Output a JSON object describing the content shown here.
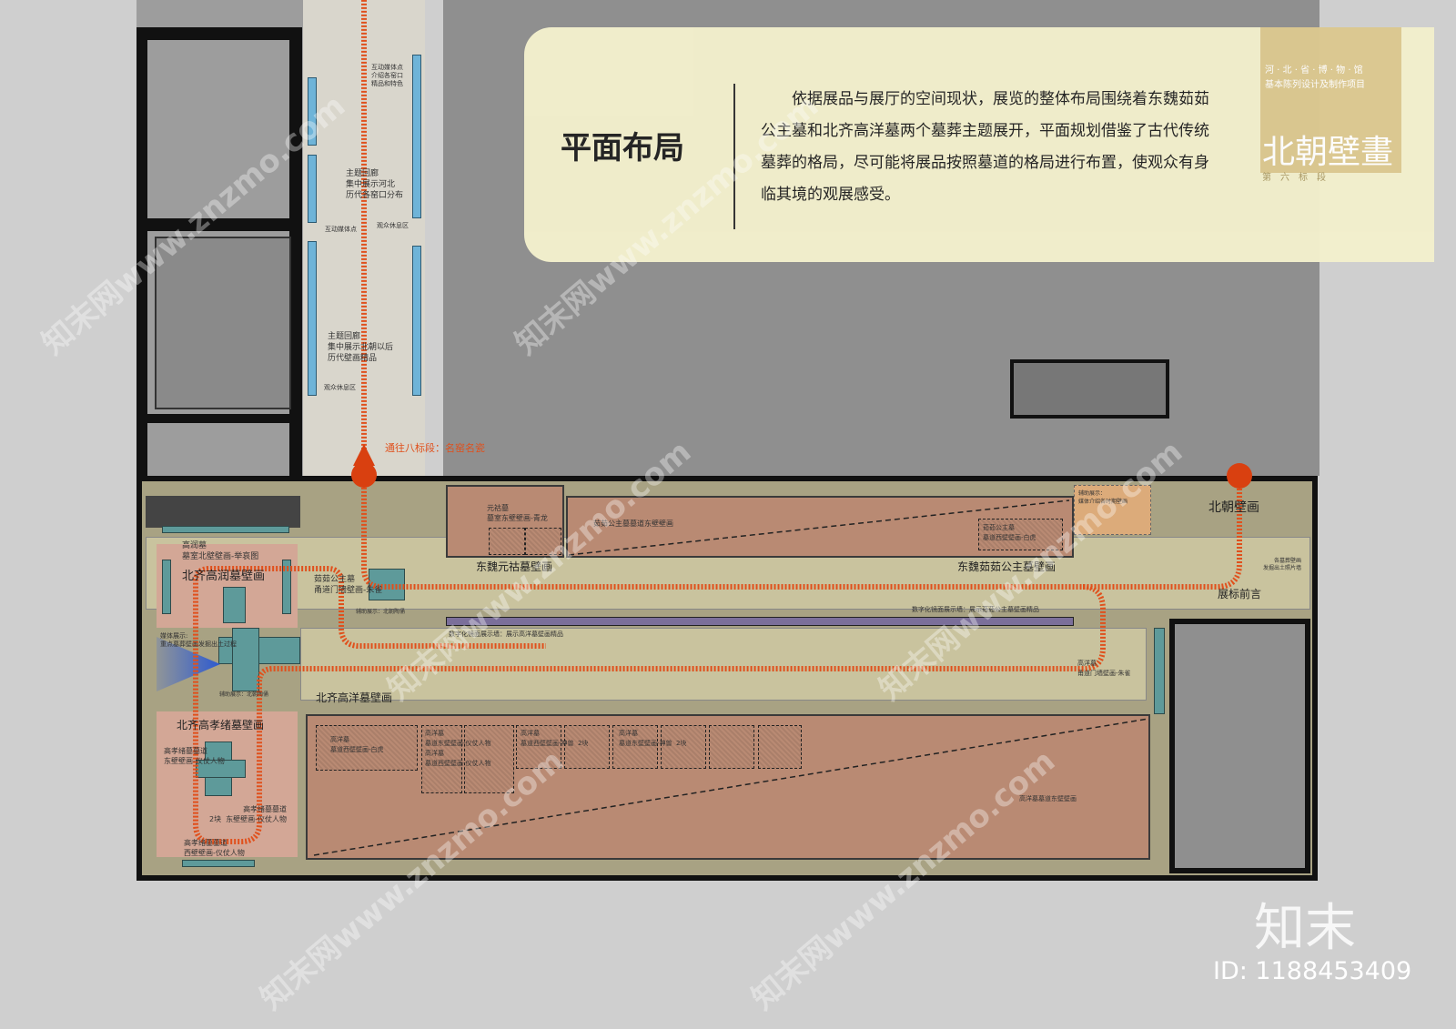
{
  "panel": {
    "title": "平面布局",
    "body": "依据展品与展厅的空间现状，展览的整体布局围绕着东魏茹茹公主墓和北齐高洋墓两个墓葬主题展开，平面规划借鉴了古代传统墓葬的格局，尽可能将展品按照墓道的格局进行布置，使观众有身临其境的观展感受。"
  },
  "brand": {
    "line1": "河 · 北 · 省 · 博 · 物 · 馆",
    "line2": "基本陈列设计及制作项目",
    "title": "北朝壁畫",
    "section": "第　六　标　段"
  },
  "labels": {
    "media_point_top": "互动媒体点\n介绍各窑口\n精品和特色",
    "corridor1": "主题回廊\n集中展示河北\n历代各窑口分布",
    "media_point": "互动媒体点",
    "rest1": "观众休息区",
    "corridor2": "主题回廊\n集中展示北朝以后\n历代壁画精品",
    "rest2": "观众休息区",
    "to_section8": "通往八标段：名窑名瓷",
    "gaorun_north": "高润墓\n墓室北壁壁画-举哀图",
    "gaorun_title": "北齐高润墓壁画",
    "media_show": "媒体展示:\n重点墓葬壁画发掘出土过程",
    "aux_pottery1": "辅助展示：北朝陶俑",
    "aux_pottery2": "辅助展示：北朝陶俑",
    "ruru_gate": "茹茹公主墓\n甬道门墙壁画-朱雀",
    "yuanhu_east": "元祜墓\n墓室东壁壁画-青龙",
    "yuanhu_title": "东魏元祜墓壁画",
    "ruru_east": "茹茹公主墓墓道东壁壁画",
    "ruru_west": "茹茹公主墓\n墓道西壁壁画-白虎",
    "ruru_title": "东魏茹茹公主墓壁画",
    "aux_media": "辅助展示：\n媒体介绍各时期壁画",
    "beichao": "北朝壁画",
    "photos": "各墓葬壁画\n发掘出土照片墙",
    "preface": "展标前言",
    "mirror_ruru": "数字化镜面展示墙：展示茹茹公主墓壁画精品",
    "mirror_gaoyang": "数字化镜面展示墙：展示高洋墓壁画精品",
    "gaoyang_gate": "高洋墓\n甬道门墙壁画-朱雀",
    "gaoyang_title": "北齐高洋墓壁画",
    "gaoxiaoxu_title": "北齐高孝绪墓壁画",
    "gaoxiaoxu_east1": "高孝绪墓墓道\n东壁壁画-仪仗人物",
    "gaoxiaoxu_east2": "高孝绪墓墓道\n2块  东壁壁画-仪仗人物",
    "gaoxiaoxu_west": "高孝绪墓墓道\n西壁壁画-仪仗人物",
    "gy_west_tiger": "高洋墓\n墓道西壁壁画-白虎",
    "gy_east_guard": "高洋墓\n墓道东壁壁画-仪仗人物\n高洋墓\n墓道西壁壁画-仪仗人物",
    "gy_west_beast": "高洋墓\n墓道西壁壁画-神兽  2块",
    "gy_east_beast": "高洋墓\n墓道东壁壁画-神兽  2块",
    "gy_east_wall": "高洋墓墓道东壁壁画"
  },
  "watermark": {
    "logo": "知末",
    "id": "ID: 1188453409",
    "site": "知末网www.znzmo.com"
  },
  "colors": {
    "route": "#e0501c",
    "panel": "#f3efcc",
    "brand": "#dcc890",
    "hall": "#a8a283",
    "mural": "#b98a73"
  }
}
